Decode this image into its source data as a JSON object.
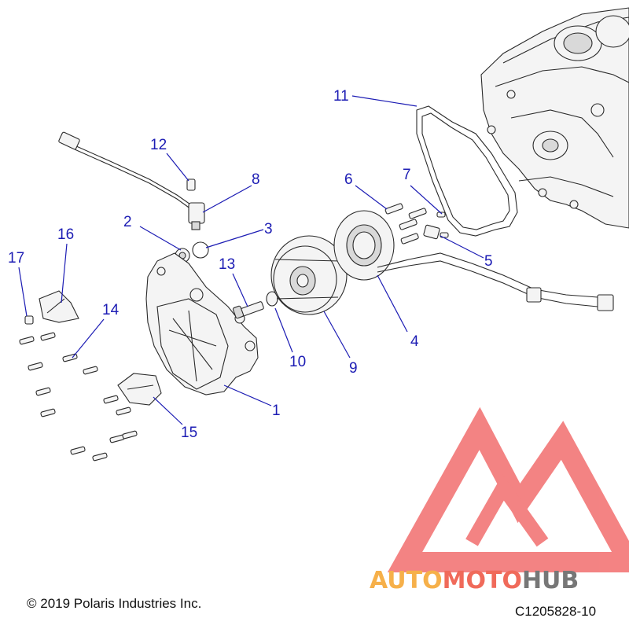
{
  "callouts": [
    {
      "num": "1"
    },
    {
      "num": "2"
    },
    {
      "num": "3"
    },
    {
      "num": "4"
    },
    {
      "num": "5"
    },
    {
      "num": "6"
    },
    {
      "num": "7"
    },
    {
      "num": "8"
    },
    {
      "num": "9"
    },
    {
      "num": "10"
    },
    {
      "num": "11"
    },
    {
      "num": "12"
    },
    {
      "num": "13"
    },
    {
      "num": "14"
    },
    {
      "num": "15"
    },
    {
      "num": "16"
    },
    {
      "num": "17"
    }
  ],
  "copyright": "© 2019 Polaris Industries Inc.",
  "diagram_code": "C1205828-10",
  "watermark": {
    "part1": "AUTO",
    "part2": "MOTO",
    "part3": "HUB",
    "colors": {
      "logo": "#f05a5a",
      "auto": "#f6b04a",
      "moto": "#f06a5a",
      "hub": "#777777"
    }
  },
  "accent_color": "#1c1cb4"
}
